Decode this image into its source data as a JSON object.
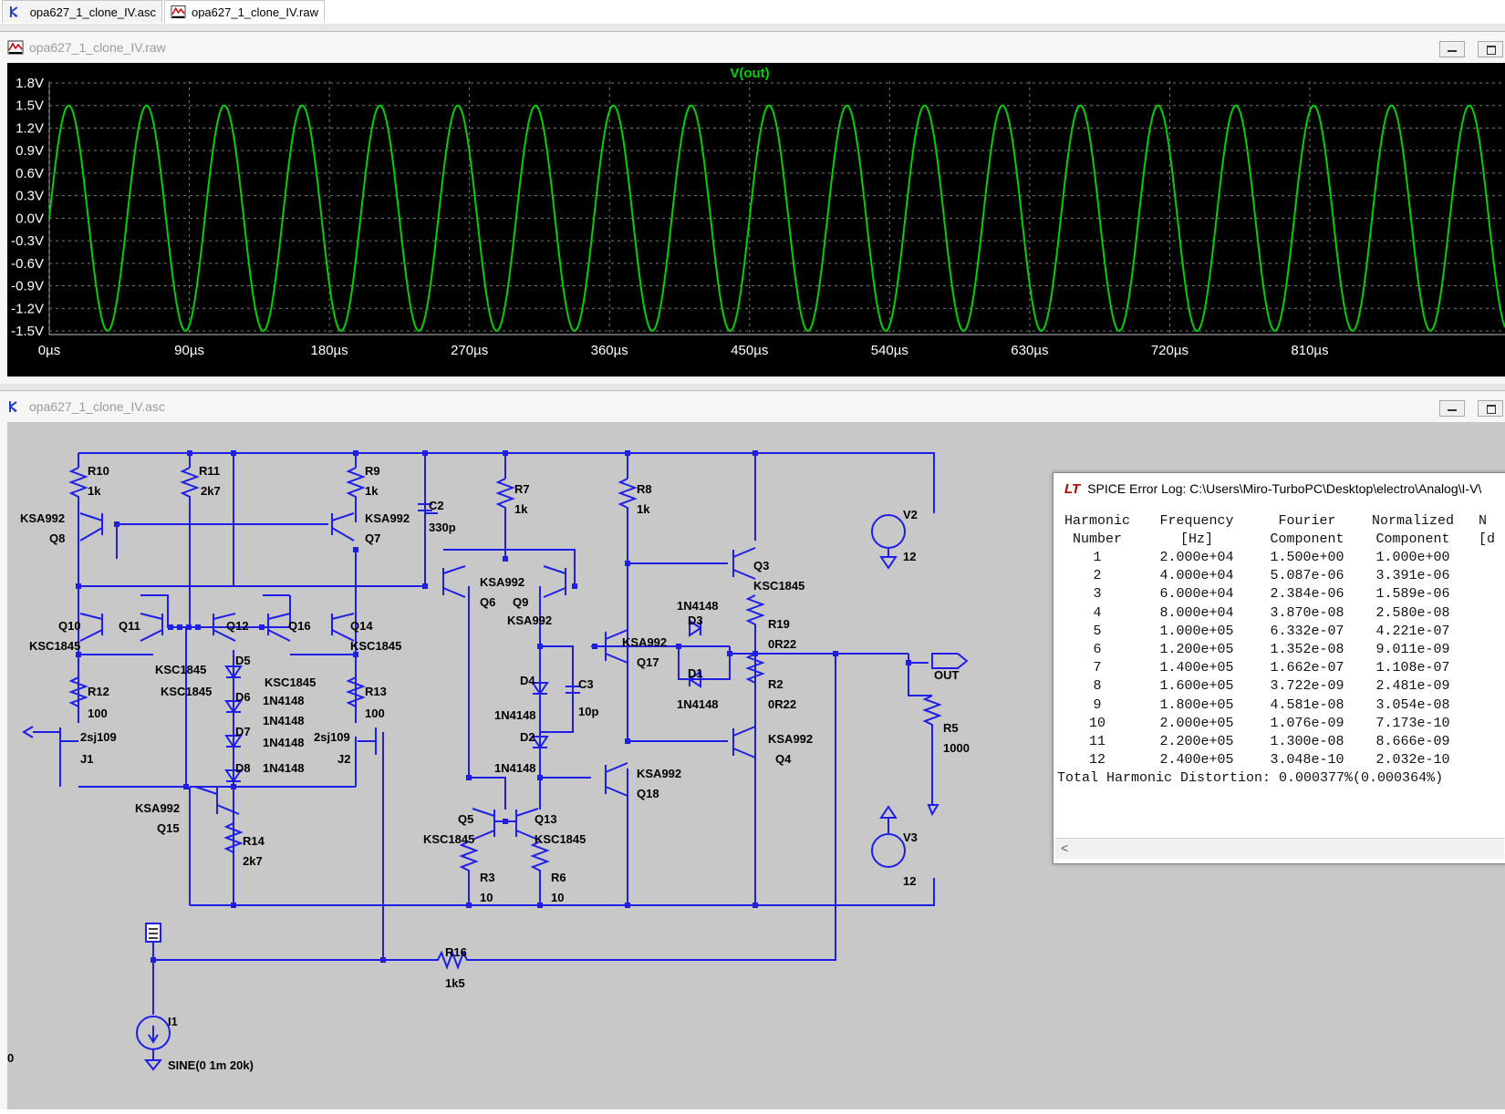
{
  "tabs": [
    {
      "label": "opa627_1_clone_IV.asc",
      "icon": "schematic-icon"
    },
    {
      "label": "opa627_1_clone_IV.raw",
      "icon": "waveform-icon"
    }
  ],
  "waveform_window": {
    "title": "opa627_1_clone_IV.raw",
    "icon": "waveform-icon"
  },
  "schematic_window": {
    "title": "opa627_1_clone_IV.asc",
    "icon": "schematic-icon"
  },
  "colors": {
    "trace": "#00d000",
    "wire": "#1e1ee6",
    "plot_bg": "#000000",
    "grid": "#7a7a7a",
    "schematic_bg": "#c8c8c8"
  },
  "chart_data": {
    "type": "line",
    "title": "V(out)",
    "series": [
      {
        "name": "V(out)",
        "amplitude": 1.5,
        "frequency_hz": 20000,
        "offset": 0
      }
    ],
    "y_ticks": [
      "1.8V",
      "1.5V",
      "1.2V",
      "0.9V",
      "0.6V",
      "0.3V",
      "0.0V",
      "-0.3V",
      "-0.6V",
      "-0.9V",
      "-1.2V",
      "-1.5V"
    ],
    "y_tick_values": [
      1.8,
      1.5,
      1.2,
      0.9,
      0.6,
      0.3,
      0.0,
      -0.3,
      -0.6,
      -0.9,
      -1.2,
      -1.5
    ],
    "x_ticks": [
      "0µs",
      "90µs",
      "180µs",
      "270µs",
      "360µs",
      "450µs",
      "540µs",
      "630µs",
      "720µs",
      "810µs"
    ],
    "x_tick_values": [
      0,
      90,
      180,
      270,
      360,
      450,
      540,
      630,
      720,
      810
    ],
    "xlim_us": [
      0,
      900
    ],
    "ylim": [
      -1.5,
      1.8
    ],
    "grid": true
  },
  "schematic_labels": [
    "R10",
    "1k",
    "R11",
    "2k7",
    "R9",
    "1k",
    "KSA992",
    "Q8",
    "KSA992",
    "Q7",
    "C2",
    "330p",
    "R7",
    "1k",
    "R8",
    "1k",
    "Q10",
    "KSC1845",
    "Q11",
    "Q12",
    "Q16",
    "Q14",
    "KSC1845",
    "KSC1845",
    "KSC1845",
    "KSC1845",
    "D5",
    "D6",
    "1N4148",
    "1N4148",
    "D7",
    "1N4148",
    "D8",
    "1N4148",
    "R12",
    "100",
    "2sj109",
    "J1",
    "R13",
    "100",
    "2sj109",
    "J2",
    "KSA992",
    "Q15",
    "R14",
    "2k7",
    "KSA992",
    "Q6",
    "Q9",
    "KSA992",
    "D4",
    "1N4148",
    "D2",
    "1N4148",
    "C3",
    "10p",
    "Q5",
    "KSC1845",
    "Q13",
    "KSC1845",
    "R3",
    "10",
    "R6",
    "10",
    "KSA992",
    "Q17",
    "KSA992",
    "Q18",
    "1N4148",
    "D3",
    "D1",
    "1N4148",
    "Q3",
    "KSC1845",
    "R19",
    "0R22",
    "R2",
    "0R22",
    "KSA992",
    "Q4",
    "V2",
    "12",
    "V3",
    "12",
    "OUT",
    "R5",
    "1000",
    "R16",
    "1k5",
    "I1",
    "SINE(0 1m 20k)",
    "0"
  ],
  "error_log": {
    "title": "SPICE Error Log: C:\\Users\\Miro-TurboPC\\Desktop\\electro\\Analog\\I-V\\",
    "headers": {
      "line1": [
        "Harmonic",
        "Frequency",
        "Fourier",
        "Normalized",
        "N"
      ],
      "line2": [
        "Number",
        "[Hz]",
        "Component",
        "Component",
        "[d"
      ]
    },
    "rows": [
      [
        "1",
        "2.000e+04",
        "1.500e+00",
        "1.000e+00"
      ],
      [
        "2",
        "4.000e+04",
        "5.087e-06",
        "3.391e-06"
      ],
      [
        "3",
        "6.000e+04",
        "2.384e-06",
        "1.589e-06"
      ],
      [
        "4",
        "8.000e+04",
        "3.870e-08",
        "2.580e-08"
      ],
      [
        "5",
        "1.000e+05",
        "6.332e-07",
        "4.221e-07"
      ],
      [
        "6",
        "1.200e+05",
        "1.352e-08",
        "9.011e-09"
      ],
      [
        "7",
        "1.400e+05",
        "1.662e-07",
        "1.108e-07"
      ],
      [
        "8",
        "1.600e+05",
        "3.722e-09",
        "2.481e-09"
      ],
      [
        "9",
        "1.800e+05",
        "4.581e-08",
        "3.054e-08"
      ],
      [
        "10",
        "2.000e+05",
        "1.076e-09",
        "7.173e-10"
      ],
      [
        "11",
        "2.200e+05",
        "1.300e-08",
        "8.666e-09"
      ],
      [
        "12",
        "2.400e+05",
        "3.048e-10",
        "2.032e-10"
      ]
    ],
    "thd": "Total Harmonic Distortion: 0.000377%(0.000364%)",
    "scroll_left_arrow": "<"
  }
}
